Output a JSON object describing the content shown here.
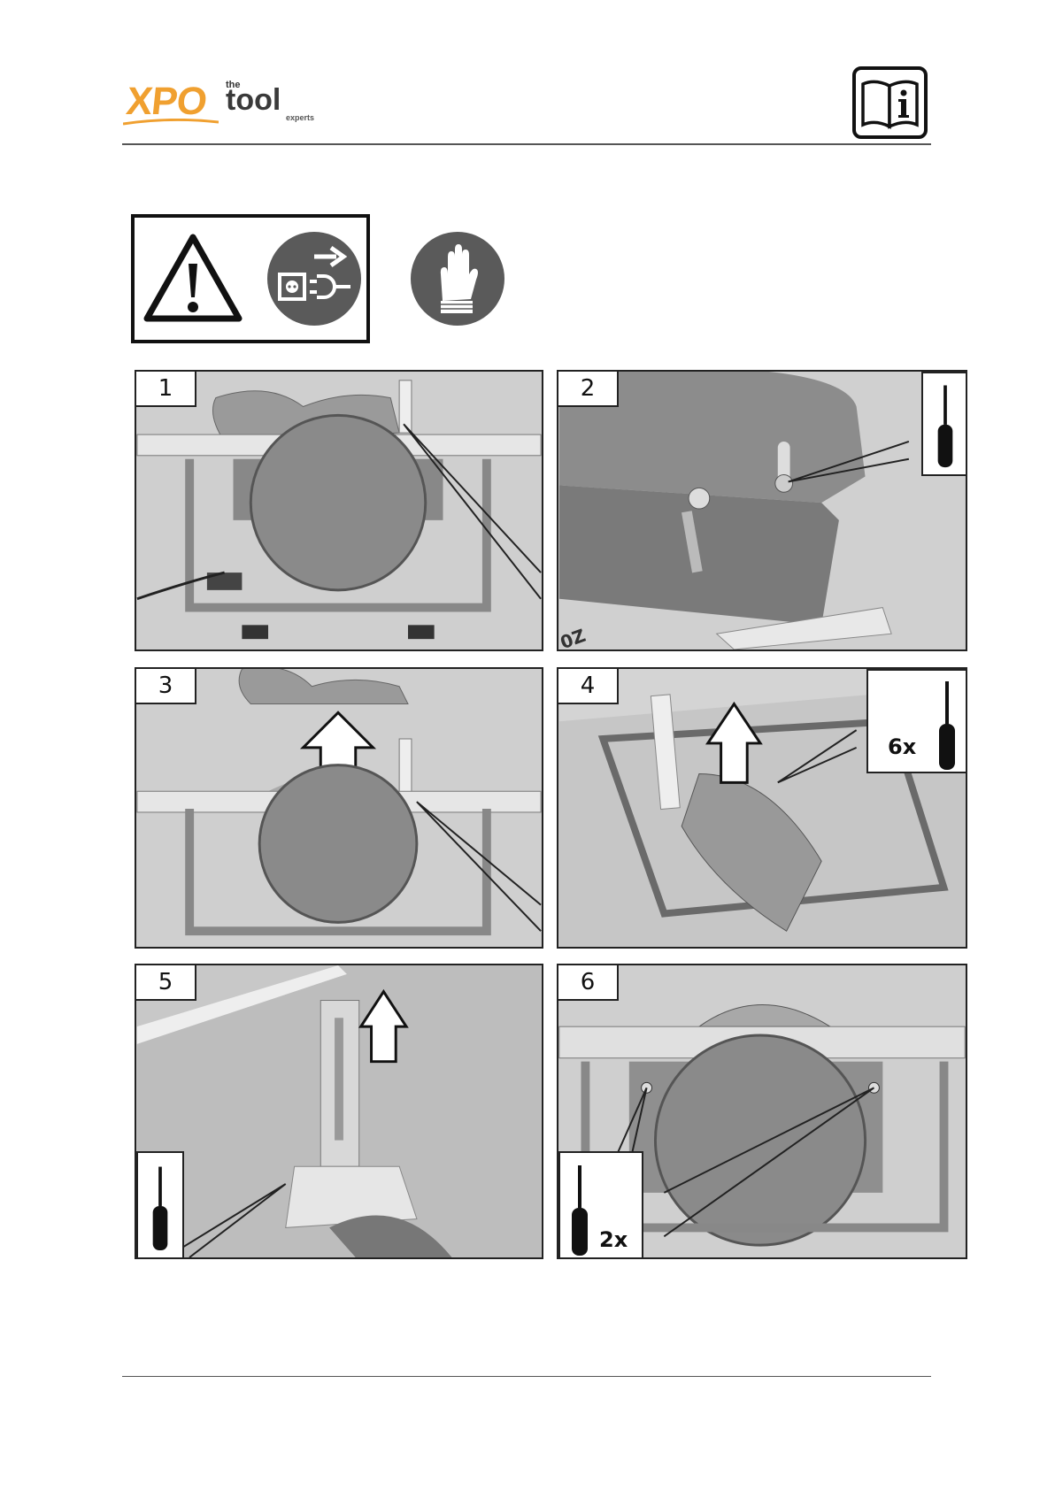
{
  "header": {
    "logo_text_main": "XPO",
    "logo_text_the": "the",
    "logo_text_tool": "tool",
    "logo_text_experts": "experts",
    "logo_color": "#f0a030",
    "manual_icon": "read-manual-info-icon"
  },
  "safety_icons": [
    "warning-triangle-icon",
    "disconnect-plug-icon",
    "wear-gloves-icon"
  ],
  "steps": [
    {
      "number": "1",
      "count": ""
    },
    {
      "number": "2",
      "count": ""
    },
    {
      "number": "3",
      "count": ""
    },
    {
      "number": "4",
      "count": "6x"
    },
    {
      "number": "5",
      "count": ""
    },
    {
      "number": "6",
      "count": "2x"
    }
  ],
  "panel2_mark": "0Z",
  "tool_icon": "screwdriver-icon"
}
